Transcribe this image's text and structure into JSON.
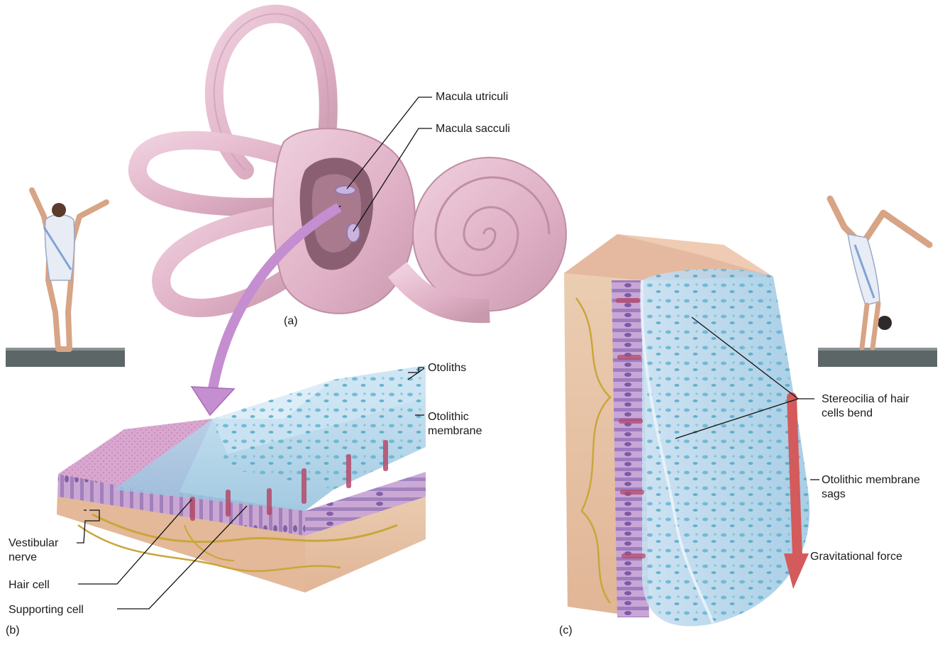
{
  "labels": {
    "macula_utriculi": "Macula utriculi",
    "macula_sacculi": "Macula sacculi",
    "otoliths": "Otoliths",
    "otolithic_membrane": [
      "Otolithic",
      "membrane"
    ],
    "vestibular_nerve": [
      "Vestibular",
      "nerve"
    ],
    "hair_cell": "Hair cell",
    "supporting_cell": "Supporting cell",
    "stereocilia": [
      "Stereocilia of hair",
      "cells bend"
    ],
    "membrane_sags": [
      "Otolithic membrane",
      "sags"
    ],
    "gravitational_force": "Gravitational force"
  },
  "panels": {
    "a": "(a)",
    "b": "(b)",
    "c": "(c)"
  },
  "colors": {
    "ear": "#e4b9cd",
    "ear_shade": "#b98a9f",
    "arrow": "#c58ed0",
    "gel": "#a9cfe6",
    "otolith": "#5fb2cf",
    "hair_cell": "#b34a6a",
    "support": "#9a78bb",
    "tissue": "#e9c6a6",
    "nerve": "#c9a63b",
    "force_arrow": "#d35b5b",
    "floor": "#5d6667"
  }
}
